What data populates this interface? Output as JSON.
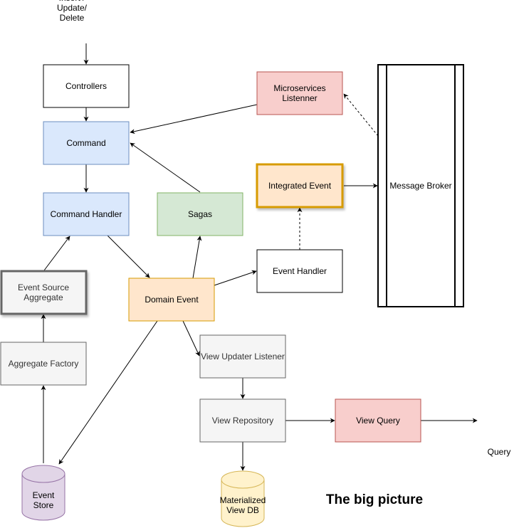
{
  "title": "The big picture",
  "colors": {
    "white_fill": "#ffffff",
    "blue_fill": "#dae8fc",
    "blue_stroke": "#6c8ebf",
    "green_fill": "#d5e8d4",
    "green_stroke": "#82b366",
    "orange_fill": "#ffe6cc",
    "orange_stroke": "#d79b00",
    "red_fill": "#f8cecc",
    "red_stroke": "#b85450",
    "gray_fill": "#f5f5f5",
    "gray_stroke": "#666666",
    "purple_fill": "#e1d5e7",
    "purple_stroke": "#9673a6",
    "yellow_fill": "#fff2cc",
    "yellow_stroke": "#d6b656"
  },
  "nodes": {
    "input_label": [
      "Insert /",
      "Update/",
      "Delete"
    ],
    "controllers": [
      "Controllers"
    ],
    "command": [
      "Command"
    ],
    "command_handler": [
      "Command Handler"
    ],
    "event_source_aggregate": [
      "Event Source",
      "Aggregate"
    ],
    "aggregate_factory": [
      "Aggregate Factory"
    ],
    "event_store": [
      "Event",
      "Store"
    ],
    "domain_event": [
      "Domain Event"
    ],
    "sagas": [
      "Sagas"
    ],
    "microservices_listener": [
      "Microservices",
      "Listenner"
    ],
    "integrated_event": [
      "Integrated Event"
    ],
    "event_handler": [
      "Event Handler"
    ],
    "message_broker": [
      "Message Broker"
    ],
    "view_updater_listener": [
      "View Updater Listener"
    ],
    "view_repository": [
      "View Repository"
    ],
    "view_query": [
      "View Query"
    ],
    "materialized_view_db": [
      "Materialized",
      "View DB"
    ],
    "query_label": [
      "Query"
    ]
  }
}
